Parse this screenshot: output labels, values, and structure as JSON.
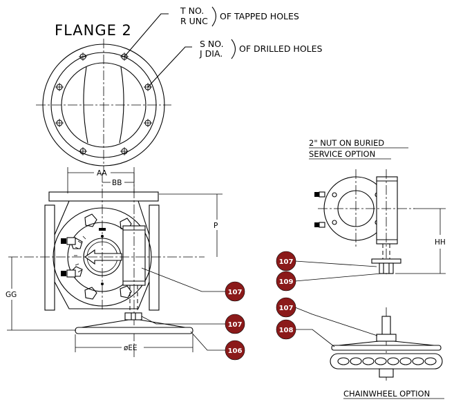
{
  "flange_title": "FLANGE 2",
  "tapped_note": {
    "line1": "T NO.",
    "line2": "R UNC",
    "suffix": "OF TAPPED HOLES"
  },
  "drilled_note": {
    "line1": "S NO.",
    "line2": "J DIA.",
    "suffix": "OF DRILLED HOLES"
  },
  "option_nut": {
    "line1": "2\" NUT ON BURIED",
    "line2": "SERVICE OPTION"
  },
  "option_chainwheel": "CHAINWHEEL OPTION",
  "dimensions": {
    "aa": "AA",
    "bb": "BB",
    "p": "P",
    "gg": "GG",
    "ee": "øEE",
    "hh": "HH"
  },
  "balloons": [
    "107",
    "107",
    "106",
    "107",
    "109",
    "107",
    "108"
  ],
  "colors": {
    "balloon": "#8b1a1a",
    "ink": "#000000"
  }
}
